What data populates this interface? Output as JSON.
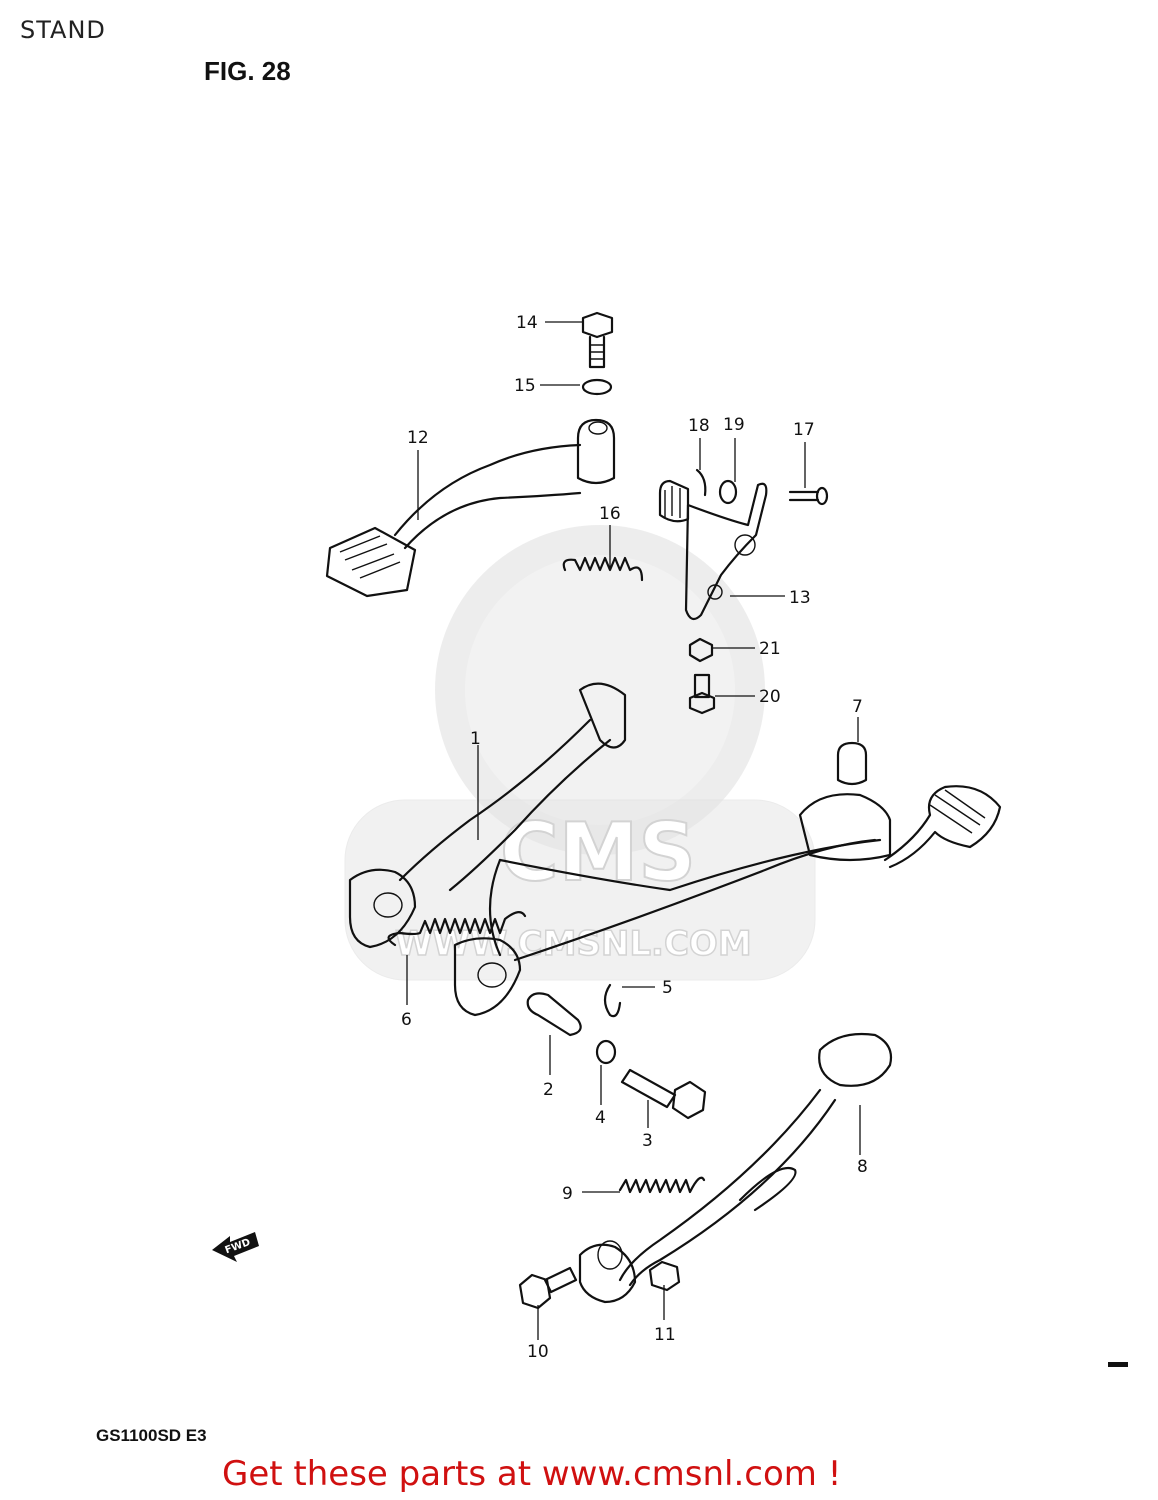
{
  "header": {
    "title": "STAND",
    "figure": "FIG. 28"
  },
  "model_code": "GS1100SD E3",
  "fwd_marker": "FWD",
  "watermark": {
    "brand": "CMS",
    "site": "WWW.CMSNL.COM"
  },
  "callouts": [
    "1",
    "2",
    "3",
    "4",
    "5",
    "6",
    "7",
    "8",
    "9",
    "10",
    "11",
    "12",
    "13",
    "14",
    "15",
    "16",
    "17",
    "18",
    "19",
    "20",
    "21"
  ],
  "footer": {
    "text": "Get these parts at www.cmsnl.com !",
    "color": "#d01010"
  }
}
